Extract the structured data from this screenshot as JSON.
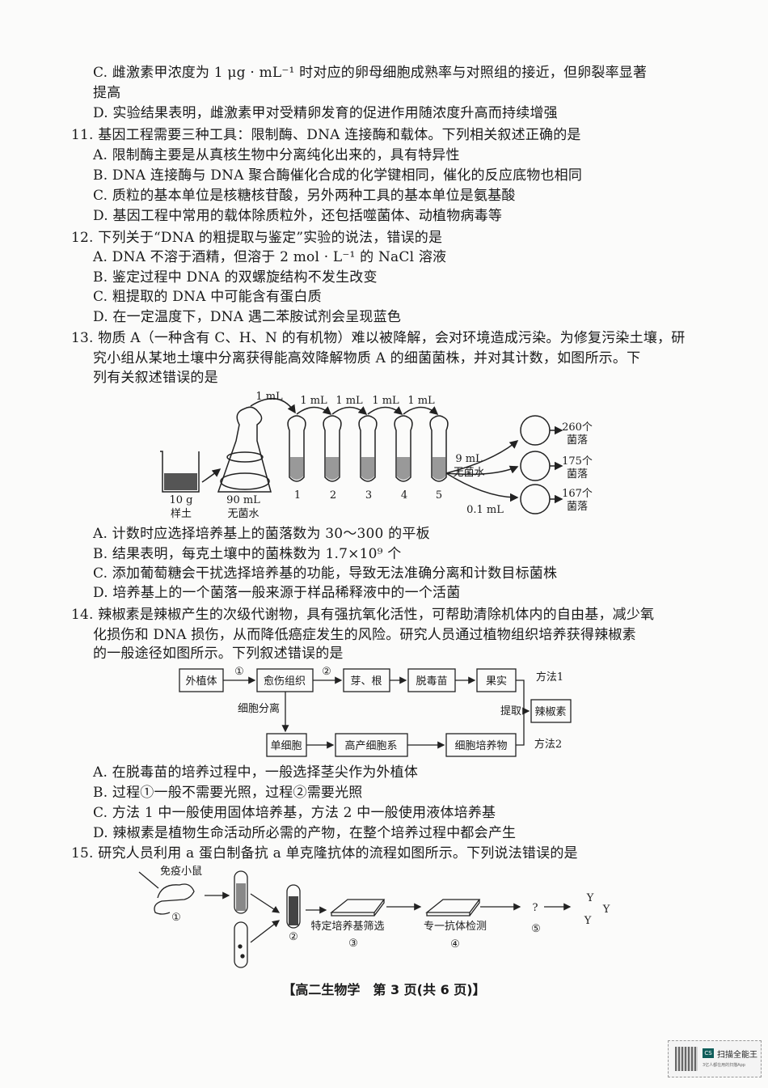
{
  "lines": [
    {
      "kind": "o",
      "text": "C. 雌激素甲浓度为 1 μg · mL⁻¹ 时对应的卵母细胞成熟率与对照组的接近，但卵裂率显著"
    },
    {
      "kind": "c",
      "text": "   提高"
    },
    {
      "kind": "o",
      "text": "D. 实验结果表明，雌激素甲对受精卵发育的促进作用随浓度升高而持续增强"
    },
    {
      "kind": "q",
      "text": "11. 基因工程需要三种工具：限制酶、DNA 连接酶和载体。下列相关叙述正确的是"
    },
    {
      "kind": "o",
      "text": "A. 限制酶主要是从真核生物中分离纯化出来的，具有特异性"
    },
    {
      "kind": "o",
      "text": "B. DNA 连接酶与 DNA 聚合酶催化合成的化学键相同，催化的反应底物也相同"
    },
    {
      "kind": "o",
      "text": "C. 质粒的基本单位是核糖核苷酸，另外两种工具的基本单位是氨基酸"
    },
    {
      "kind": "o",
      "text": "D. 基因工程中常用的载体除质粒外，还包括噬菌体、动植物病毒等"
    },
    {
      "kind": "q",
      "text": "12. 下列关于“DNA 的粗提取与鉴定”实验的说法，错误的是"
    },
    {
      "kind": "o",
      "text": "A. DNA 不溶于酒精，但溶于 2 mol · L⁻¹ 的 NaCl 溶液"
    },
    {
      "kind": "o",
      "text": "B. 鉴定过程中 DNA 的双螺旋结构不发生改变"
    },
    {
      "kind": "o",
      "text": "C. 粗提取的 DNA 中可能含有蛋白质"
    },
    {
      "kind": "o",
      "text": "D. 在一定温度下，DNA 遇二苯胺试剂会呈现蓝色"
    },
    {
      "kind": "q",
      "text": "13. 物质 A（一种含有 C、H、N 的有机物）难以被降解，会对环境造成污染。为修复污染土壤，研"
    },
    {
      "kind": "c",
      "text": "究小组从某地土壤中分离获得能高效降解物质 A 的细菌菌株，并对其计数，如图所示。下"
    },
    {
      "kind": "c",
      "text": "列有关叙述错误的是"
    },
    {
      "kind": "o",
      "text": "A. 计数时应选择培养基上的菌落数为 30～300 的平板"
    },
    {
      "kind": "o",
      "text": "B. 结果表明，每克土壤中的菌株数为 1.7×10⁹ 个"
    },
    {
      "kind": "o",
      "text": "C. 添加葡萄糖会干扰选择培养基的功能，导致无法准确分离和计数目标菌株"
    },
    {
      "kind": "o",
      "text": "D. 培养基上的一个菌落一般来源于样品稀释液中的一个活菌"
    },
    {
      "kind": "q",
      "text": "14. 辣椒素是辣椒产生的次级代谢物，具有强抗氧化活性，可帮助清除机体内的自由基，减少氧"
    },
    {
      "kind": "c",
      "text": "化损伤和 DNA 损伤，从而降低癌症发生的风险。研究人员通过植物组织培养获得辣椒素"
    },
    {
      "kind": "c",
      "text": "的一般途径如图所示。下列叙述错误的是"
    },
    {
      "kind": "o",
      "text": "A. 在脱毒苗的培养过程中，一般选择茎尖作为外植体"
    },
    {
      "kind": "o",
      "text": "B. 过程①一般不需要光照，过程②需要光照"
    },
    {
      "kind": "o",
      "text": "C. 方法 1 中一般使用固体培养基，方法 2 中一般使用液体培养基"
    },
    {
      "kind": "o",
      "text": "D. 辣椒素是植物生命活动所必需的产物，在整个培养过程中都会产生"
    },
    {
      "kind": "q",
      "text": "15. 研究人员利用 a 蛋白制备抗 a 单克隆抗体的流程如图所示。下列说法错误的是"
    }
  ],
  "fig13": {
    "transfer": [
      "1 mL",
      "1 mL",
      "1 mL",
      "1 mL",
      "1 mL"
    ],
    "soil": [
      "10 g",
      "样土"
    ],
    "flask": [
      "90 mL",
      "无菌水"
    ],
    "tubes": [
      "1",
      "2",
      "3",
      "4",
      "5"
    ],
    "water": [
      "9 mL",
      "无菌水"
    ],
    "plating": "0.1 mL",
    "plates": [
      {
        "count": "260个",
        "unit": "菌落"
      },
      {
        "count": "175个",
        "unit": "菌落"
      },
      {
        "count": "167个",
        "unit": "菌落"
      }
    ]
  },
  "fig14": {
    "explant": "外植体",
    "step1": "①",
    "callus": "愈伤组织",
    "step2": "②",
    "shoots": "芽、根",
    "virus_free": "脱毒苗",
    "fruit": "果实",
    "method1": "方法1",
    "extract": "提取",
    "capsaicin": "辣椒素",
    "separation": "细胞分离",
    "single_cell": "单细胞",
    "high_yield": "高产细胞系",
    "culture": "细胞培养物",
    "method2": "方法2"
  },
  "fig15": {
    "mouse": "免疫小鼠",
    "s1": "①",
    "s2": "②",
    "select": "特定培养基筛选",
    "s3": "③",
    "detect": "专一抗体检测",
    "s4": "④",
    "unknown": "?",
    "s5": "⑤",
    "antibody": "Y"
  },
  "footer": "【高二生物学　第 3 页(共 6 页)】",
  "scanner": {
    "logo": "CS",
    "name": "扫描全能王",
    "tagline": "3亿人都在用的扫描App"
  }
}
